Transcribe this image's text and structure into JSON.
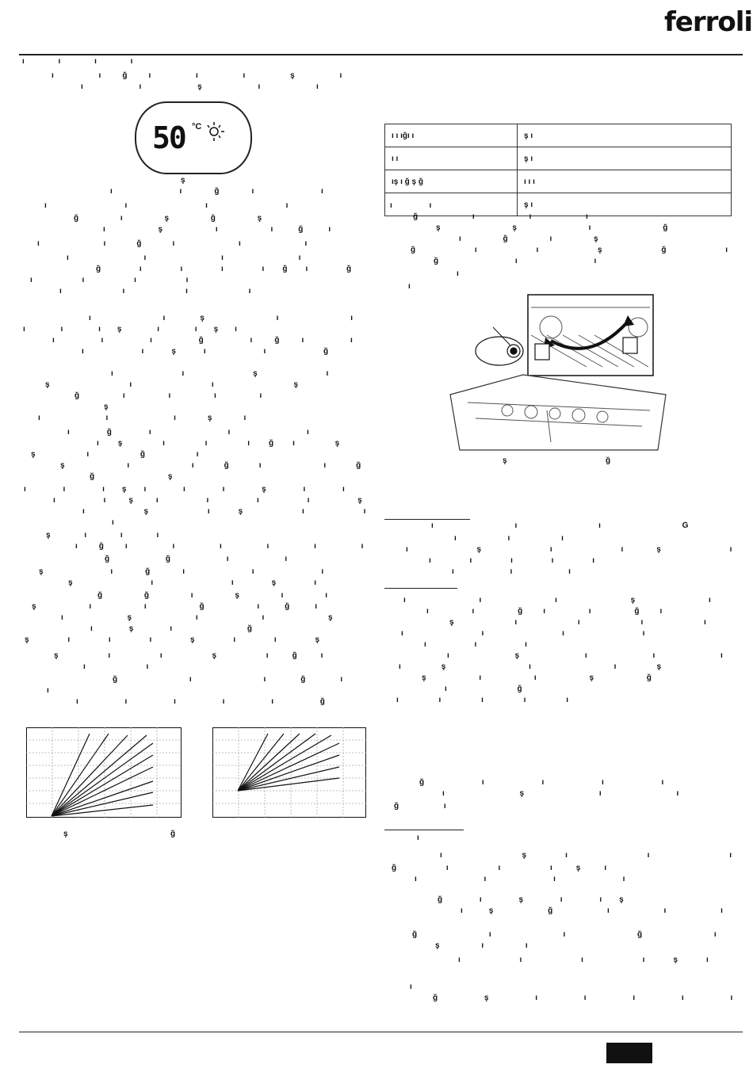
{
  "brand": {
    "logo": "ferroli"
  },
  "display": {
    "value": "50",
    "unit": "°C"
  },
  "figure_captions": {
    "fig_display": "ş",
    "fig_boiler_left": "ş",
    "fig_boiler_right": "ğ",
    "fig_curves_left": "ş",
    "fig_curves_right": "ğ"
  },
  "diagram_labels": {
    "label_a": "",
    "label_b": ""
  },
  "table": {
    "rows": [
      {
        "c1": "ı ı ığı ı",
        "c2": "ş ı"
      },
      {
        "c1": "ı ı",
        "c2": "ş ı"
      },
      {
        "c1": "ış ı ğ ş ğ",
        "c2": "ı ı ı"
      },
      {
        "c1": "",
        "c2": "ş ı"
      }
    ]
  },
  "text_lines": [
    "ı  ı  ı  ı",
    "ı  ığı  ı  ı  ş  ı ı",
    "ı ı  ş  ı ı",
    "ı  ığı ı  ı  ı",
    "ı ı  ı  ı  ğ  ğ  ı ı",
    "ğ  ı  ş  ğ  ş",
    "ı ş  ı  ığı  ğ  ı",
    "ı  ığı ı  ı  ı  ı ı",
    "ı  ı ı  ı  ı  ğ",
    "ğ  ı ı  ı  ığı  ğ",
    "ı  ı  ı ı",
    "ı  ı  ı  ı",
    "ı  ış  ı ı  ı  ığı ı",
    "ı  ı  ış ı  ışı",
    "ı  ı  ı  ğ  ığı ı",
    "ı  ışı  ı  ğ  ı",
    "ı ı  ş  ı  ı ı",
    "ş  ı ı  ş",
    "ğ  ı ı  ı ı",
    "ş",
    "ı  ı  ışı",
    "ığı  ı  ı  ışı",
    "ış  ı ı  ığı  ş  ı",
    "ş  ı  ğ  ı",
    "ş  ı  ığı  ığı  ış  ı  ığı",
    "ğ  ş",
    "ı  ı  ışı  ı ı  ş  ı  ı  ı",
    "ı  ışı ı  ı  ı  ş  ı ı  ş",
    "ı  ş  ış  ı ı  ğ  ğ",
    "ı",
    "ş  ı  ı ı",
    "ığı  ı ı  ı  ı  ı ı  ş  ı",
    "ğ  ğ  ı ı",
    "ş  ığı  ı ı  ş  ı  ışı",
    "ş  ı  ışı",
    "ğ  ğ  ı  ş ı ı ı",
    "ş  ı ı  ğ  ığı  ı  ışı  ışı",
    "ı  ş  ı ı  ş  ığı  ğ  ğ  ı",
    "ışı  ğ",
    "ş  ı  ı ı  ş  ı ı  ş",
    "ş  ı ı  ş  ığı  ı  ışı",
    "ı ı",
    "ğ  ı  ığı  ğ  ı  ş  ğ",
    "ı",
    "ı  ı ı  ı ı  ğ ş  ğ"
  ],
  "right_text_lines": [
    "ı  ı",
    "ğ  ı ı ı",
    "ş  ş ı  ğ  ı ı  ğ  ı ı",
    "ı  ğ  ı  ş",
    "ğ  ı ı  ş  ğ  ış",
    "ğ  ı ı",
    "ı",
    "ı",
    "ı  ı  ı  Ğ  ı ı",
    "ı  ı ı",
    "ı  ş  ı  ış  ı ı",
    "ı ı  ı ı  ı",
    "ı  ı ı",
    "ı  ı ı  ş  ı ı",
    "ı  ı  ğı  ı  ğı",
    "ş  ı ı  ı ı  ı ı",
    "ı  ı  ı ı",
    "ı  ı ı",
    "ı  ş  ı  ı  ığı",
    "ış ı  ış ı  ı",
    "ş  ı  ı  ş  ğ",
    "ı  ğ",
    "ı ı  ı  ı ı",
    "ğ  ı ı  ı  ı",
    "ı  ş  ı ı  ı  ı ı",
    "ğ  ı",
    "ı",
    "ı  şı  ı  ı",
    "ğ  ı  ı ışı",
    "ı  ı  ı ı",
    "ğ  ı  ş  ı  ış",
    "ış  ğ  ı  ı ı",
    "ğ  ı  ı  ğ  ı",
    "ş  ı ı",
    "ı ı  ı  ışı",
    "ı",
    "ğ  ş  ı ı  ı  ı ı"
  ],
  "colors": {
    "ink": "#111111",
    "rule": "#222222"
  }
}
